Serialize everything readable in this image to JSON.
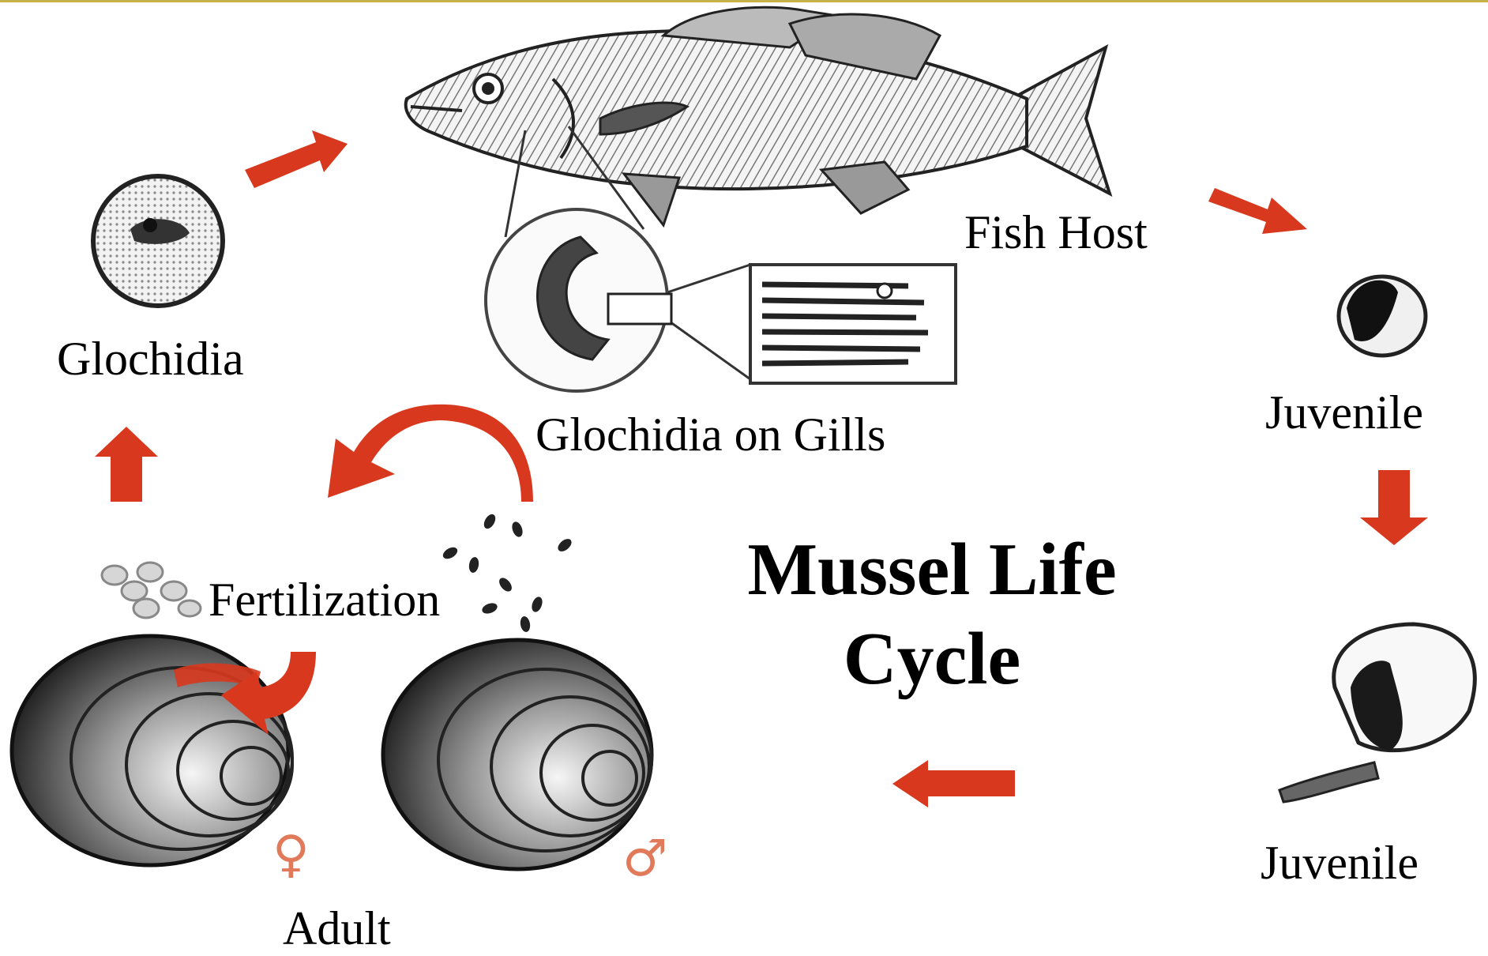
{
  "diagram": {
    "title_line1": "Mussel Life",
    "title_line2": "Cycle",
    "labels": {
      "fish_host": "Fish Host",
      "glochidia": "Glochidia",
      "glochidia_on_gills": "Glochidia on Gills",
      "juvenile_top": "Juvenile",
      "juvenile_bottom": "Juvenile",
      "fertilization": "Fertilization",
      "adult": "Adult"
    },
    "symbols": {
      "female": "♀",
      "male": "♂"
    },
    "colors": {
      "arrow": "#d8381e",
      "ink": "#1a1a1a",
      "symbol": "#e07a5a"
    }
  }
}
